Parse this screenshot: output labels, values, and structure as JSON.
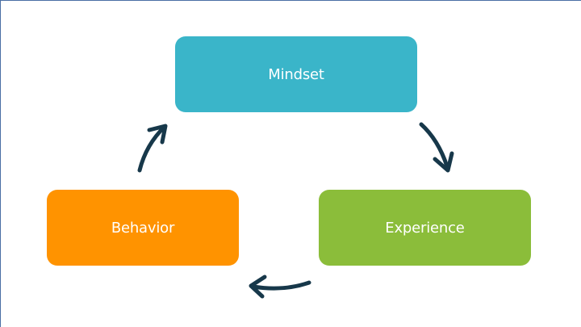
{
  "nodes": {
    "mindset": {
      "label": "Mindset",
      "color": "#3ab5c9"
    },
    "experience": {
      "label": "Experience",
      "color": "#8bbd3a"
    },
    "behavior": {
      "label": "Behavior",
      "color": "#ff9300"
    }
  },
  "arrow_color": "#17384a",
  "cycle": [
    "Mindset",
    "Experience",
    "Behavior"
  ]
}
